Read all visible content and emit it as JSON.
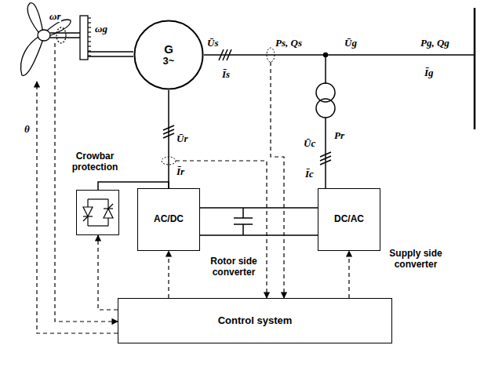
{
  "diagram": {
    "nodes": [
      {
        "text": [
          "G",
          "3~"
        ]
      },
      {
        "text": [
          "Crowbar protection"
        ]
      },
      {
        "text": [
          "AC/DC",
          "Rotor side converter"
        ]
      },
      {
        "text": [
          "DC/AC",
          "Supply side converter"
        ]
      },
      {
        "text": [
          "Control system"
        ]
      }
    ],
    "edges": [
      {
        "from": 0,
        "to": 2,
        "arrow": "none"
      },
      {
        "from": 1,
        "to": 2,
        "arrow": "none"
      },
      {
        "from": 2,
        "to": 3,
        "arrow": "none"
      },
      {
        "from": 2,
        "to": 3,
        "arrow": "none"
      },
      {
        "from": 4,
        "to": 1,
        "arrow": "to"
      },
      {
        "from": 4,
        "to": 2,
        "arrow": "to"
      },
      {
        "from": 4,
        "to": 3,
        "arrow": "to"
      }
    ],
    "labels": [
      "ωr",
      "ωg",
      "θ",
      "Ūs",
      "Īs",
      "Ps, Qs",
      "Ūg",
      "Pg, Qg",
      "Īg",
      "Ūr",
      "Īr",
      "Ūc",
      "Īc",
      "Pr"
    ]
  }
}
